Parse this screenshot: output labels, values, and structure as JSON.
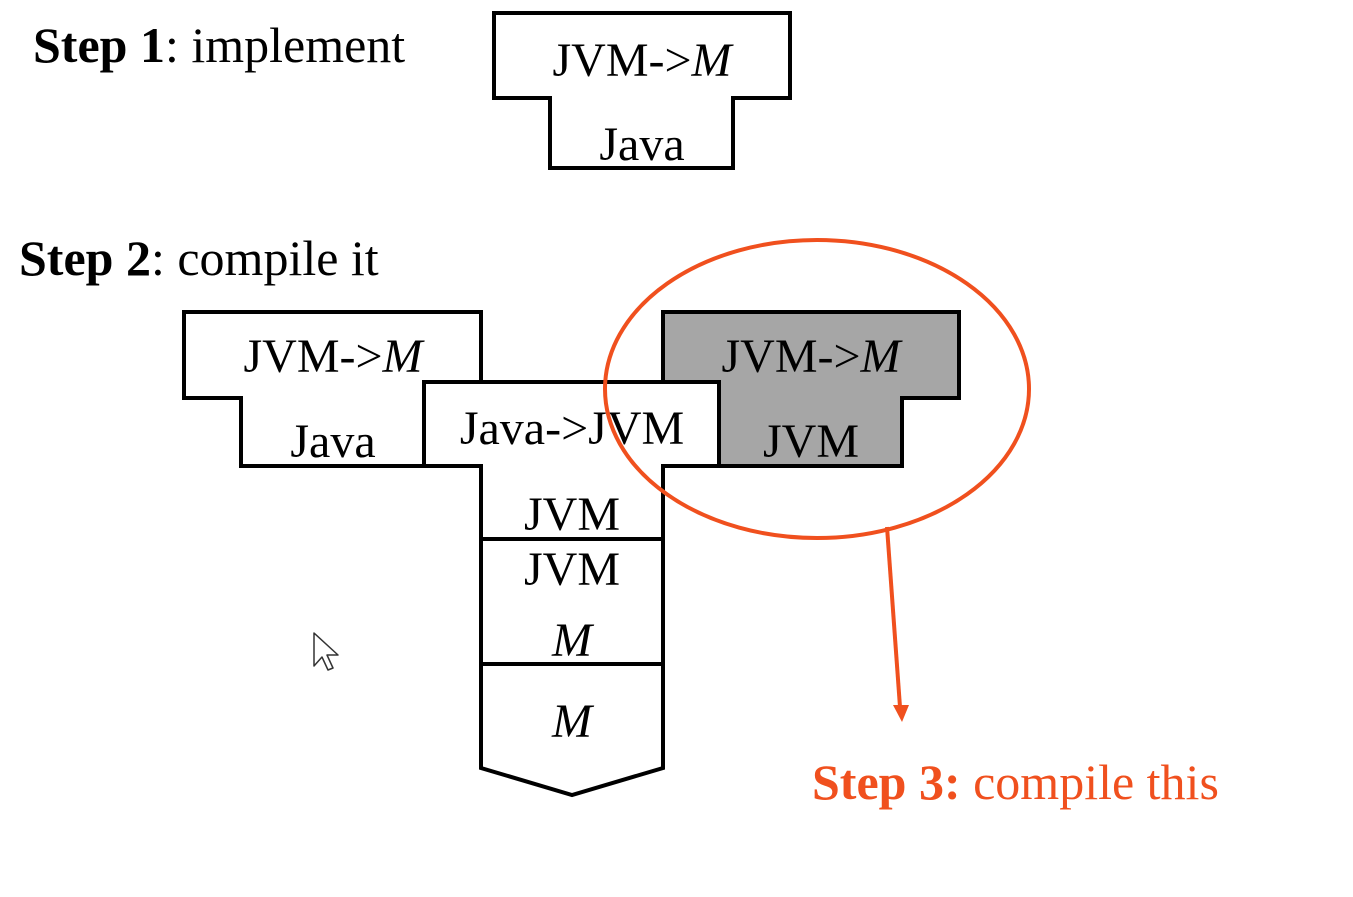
{
  "step1": {
    "bold": "Step 1",
    "rest": ": implement"
  },
  "step2": {
    "bold": "Step 2",
    "rest": ": compile it"
  },
  "step3": {
    "bold": "Step 3:",
    "rest": " compile this"
  },
  "t1": {
    "top_plain": "JVM->",
    "top_italic": "M",
    "bottom": "Java"
  },
  "left_t": {
    "top_plain": "JVM->",
    "top_italic": "M",
    "bottom": "Java"
  },
  "middle_t": {
    "top": "Java->JVM",
    "bottom": "JVM"
  },
  "right_t": {
    "top_plain": "JVM->",
    "top_italic": "M",
    "bottom": "JVM"
  },
  "interpreter": {
    "top": "JVM",
    "bottom": "M"
  },
  "machine": {
    "label": "M"
  },
  "colors": {
    "accent": "#f0501e",
    "highlight_fill": "#a6a6a6",
    "stroke": "#000000"
  },
  "icons": {
    "cursor": "mouse-pointer-icon"
  }
}
